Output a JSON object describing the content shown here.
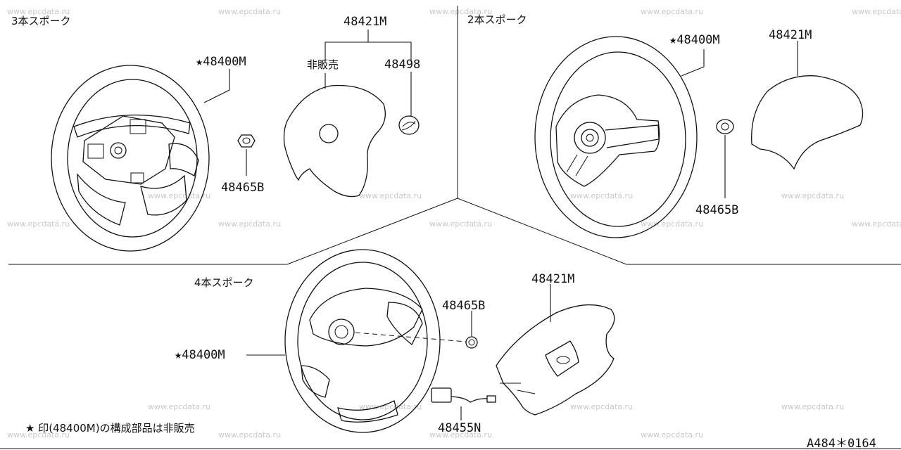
{
  "sections": {
    "three_spoke": "3本スポーク",
    "two_spoke": "2本スポーク",
    "four_spoke": "4本スポーク"
  },
  "parts": {
    "wheel_3": "★48400M",
    "pad_3": "48421M",
    "not_sold": "非販売",
    "emblem_3": "48498",
    "nut_3": "48465B",
    "wheel_2": "★48400M",
    "pad_2": "48421M",
    "nut_2": "48465B",
    "wheel_4": "★48400M",
    "nut_4": "48465B",
    "pad_4": "48421M",
    "harness_4": "48455N"
  },
  "footnote": "★ 印(48400M)の構成部品は非販売",
  "diagram_code": "A484＊0164",
  "watermark": "www.epcdata.ru"
}
